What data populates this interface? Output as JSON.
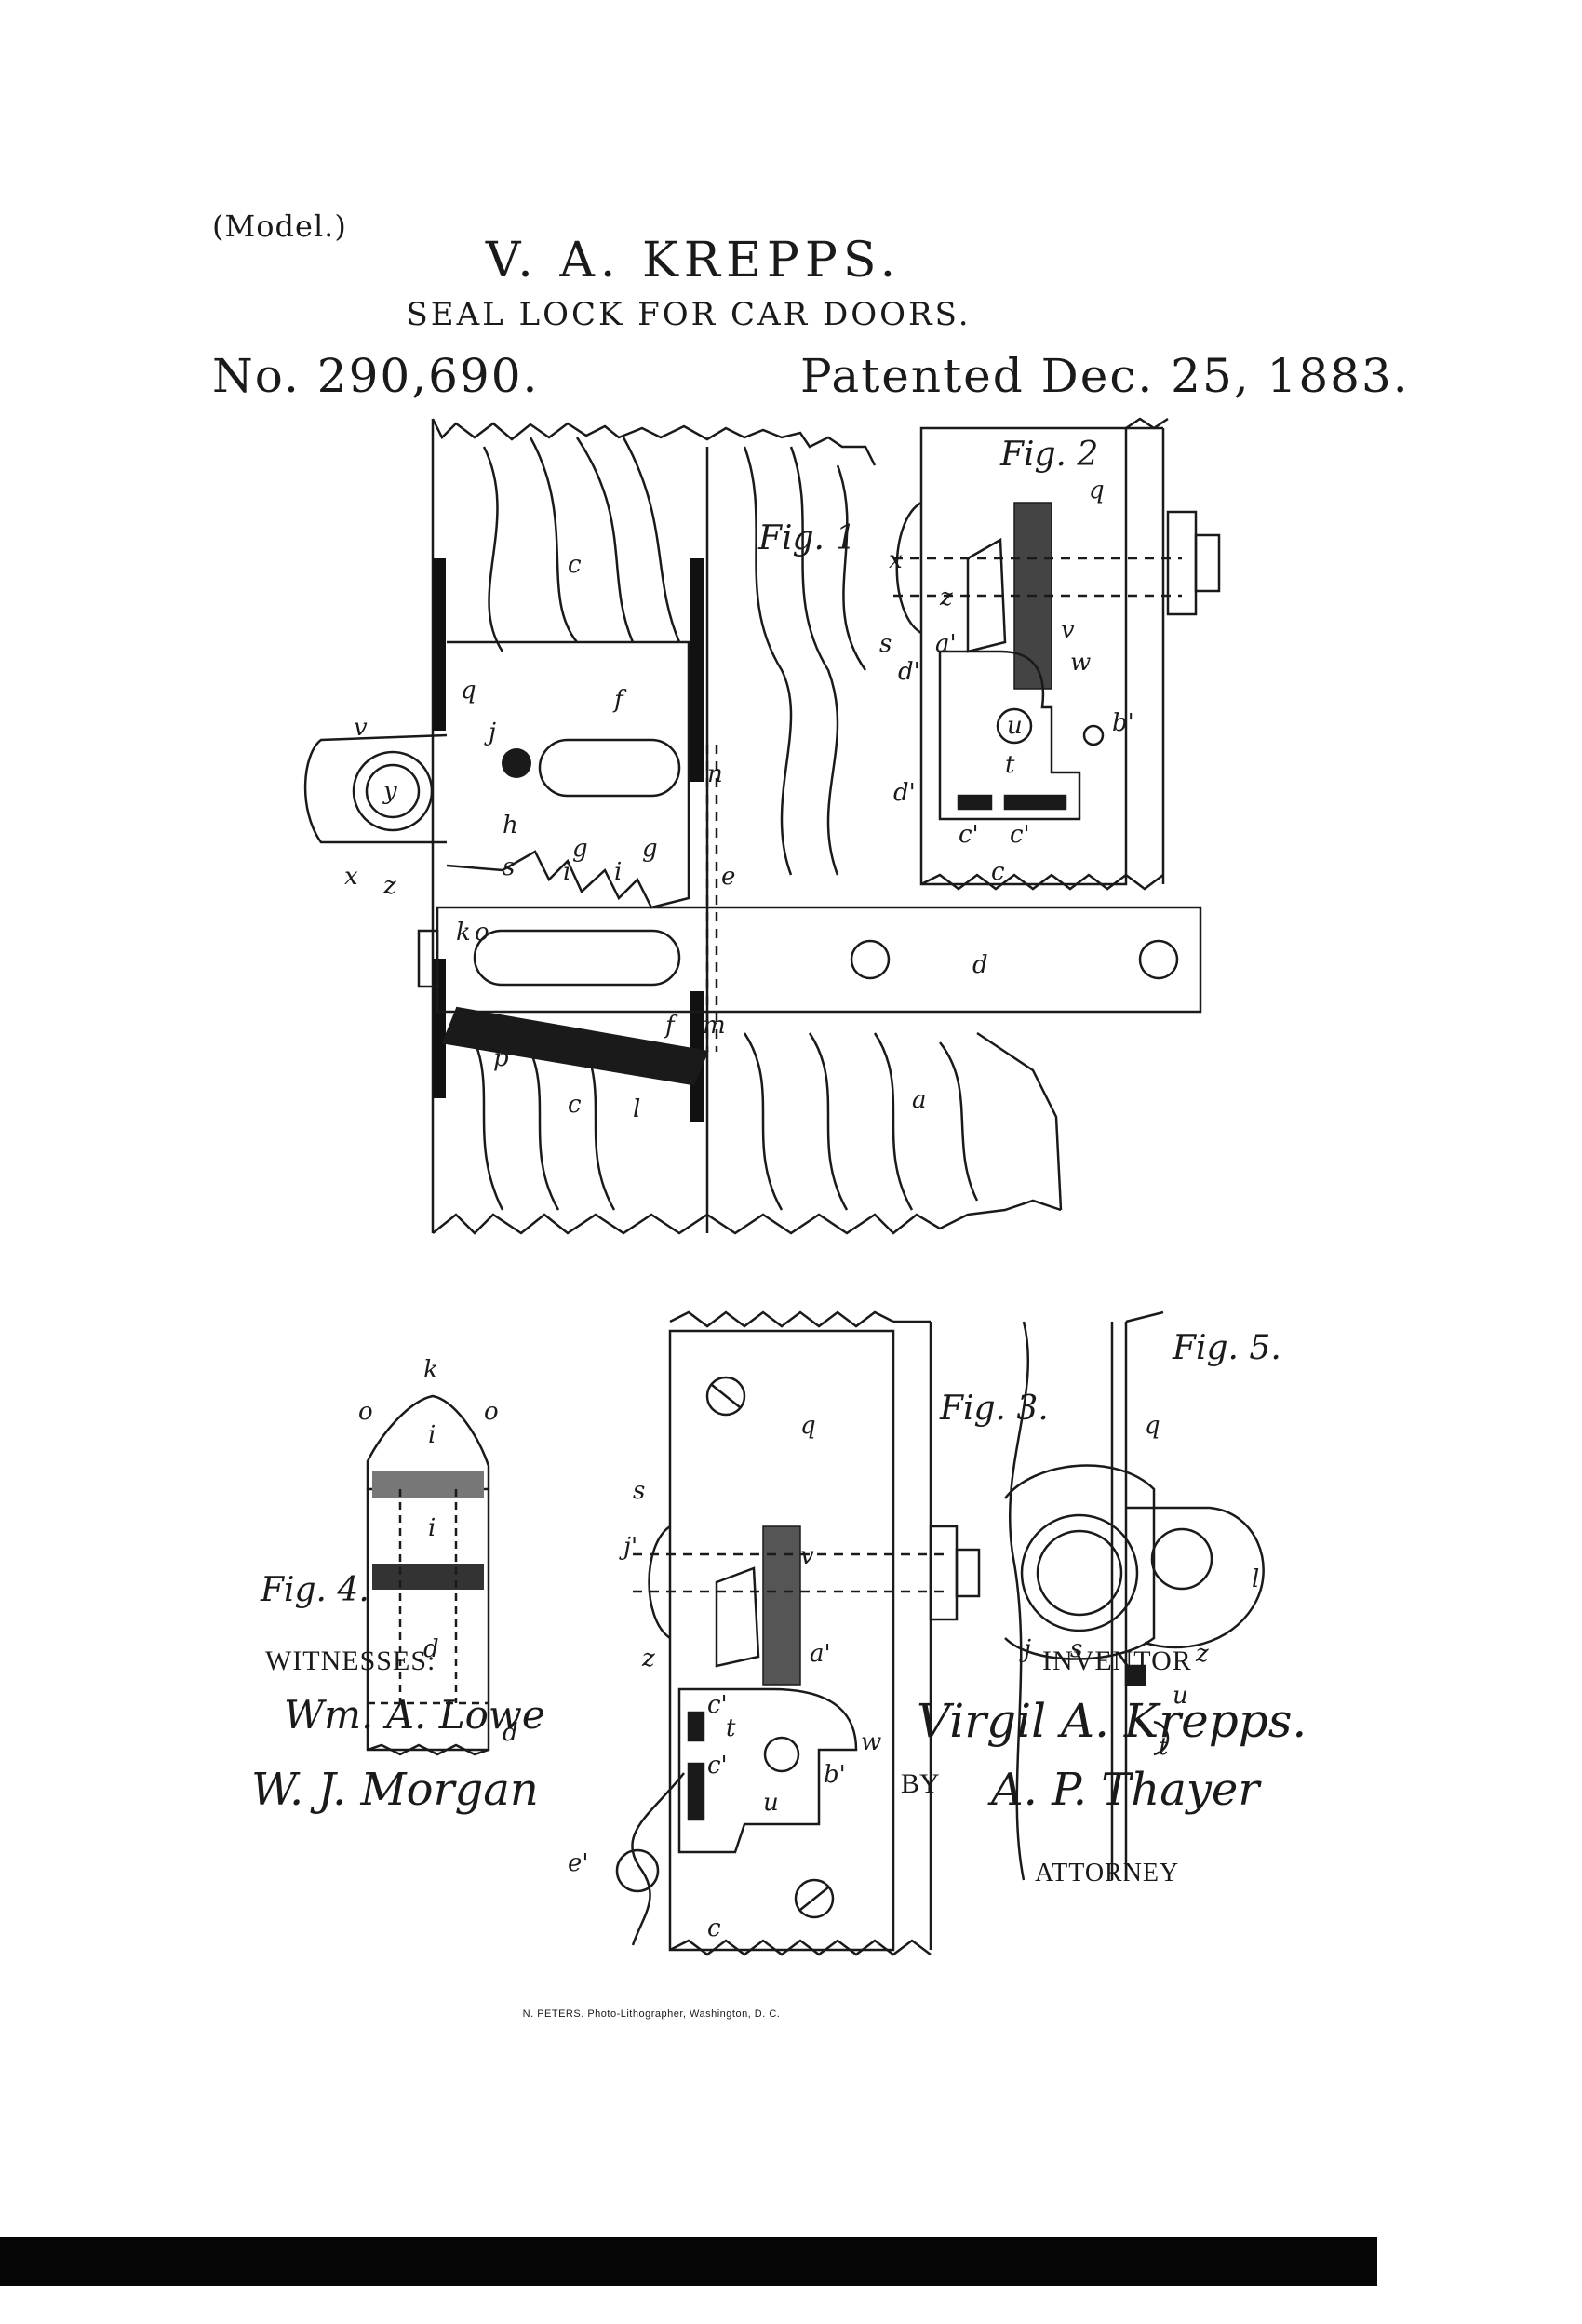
{
  "header": {
    "model_note": "(Model.)",
    "inventor_name": "V. A. KREPPS.",
    "title": "SEAL LOCK FOR CAR DOORS.",
    "patent_number": "No. 290,690.",
    "patent_date": "Patented Dec. 25, 1883."
  },
  "figures": {
    "fig1": {
      "label": "Fig. 1",
      "parts": [
        "c",
        "q",
        "f",
        "j",
        "v",
        "y",
        "h",
        "n",
        "g",
        "i",
        "g",
        "i",
        "s",
        "x",
        "z",
        "k",
        "o",
        "e",
        "d",
        "f",
        "m",
        "p",
        "c",
        "l",
        "a"
      ]
    },
    "fig2": {
      "label": "Fig. 2",
      "parts": [
        "q",
        "x",
        "z",
        "s",
        "a'",
        "v",
        "d'",
        "w",
        "u",
        "b'",
        "t",
        "d'",
        "c'",
        "c'",
        "c"
      ]
    },
    "fig3": {
      "label": "Fig. 3.",
      "parts": [
        "q",
        "s",
        "j'",
        "v",
        "z",
        "a'",
        "c'",
        "t",
        "c'",
        "w",
        "u",
        "b'",
        "e'",
        "c"
      ]
    },
    "fig4": {
      "label": "Fig. 4.",
      "parts": [
        "k",
        "o",
        "o",
        "i",
        "i",
        "d",
        "d"
      ]
    },
    "fig5": {
      "label": "Fig. 5.",
      "parts": [
        "q",
        "j",
        "s",
        "l",
        "z",
        "u",
        "t"
      ]
    }
  },
  "signatures": {
    "witnesses_label": "WITNESSES:",
    "witness_1": "Wm. A. Lowe",
    "witness_2": "W. J. Morgan",
    "inventor_label": "INVENTOR",
    "inventor_signature": "Virgil A. Krepps.",
    "by_label": "BY",
    "attorney_signature": "A. P. Thayer",
    "attorney_label": "ATTORNEY"
  },
  "footer": {
    "printer": "N. PETERS. Photo-Lithographer, Washington, D. C."
  }
}
